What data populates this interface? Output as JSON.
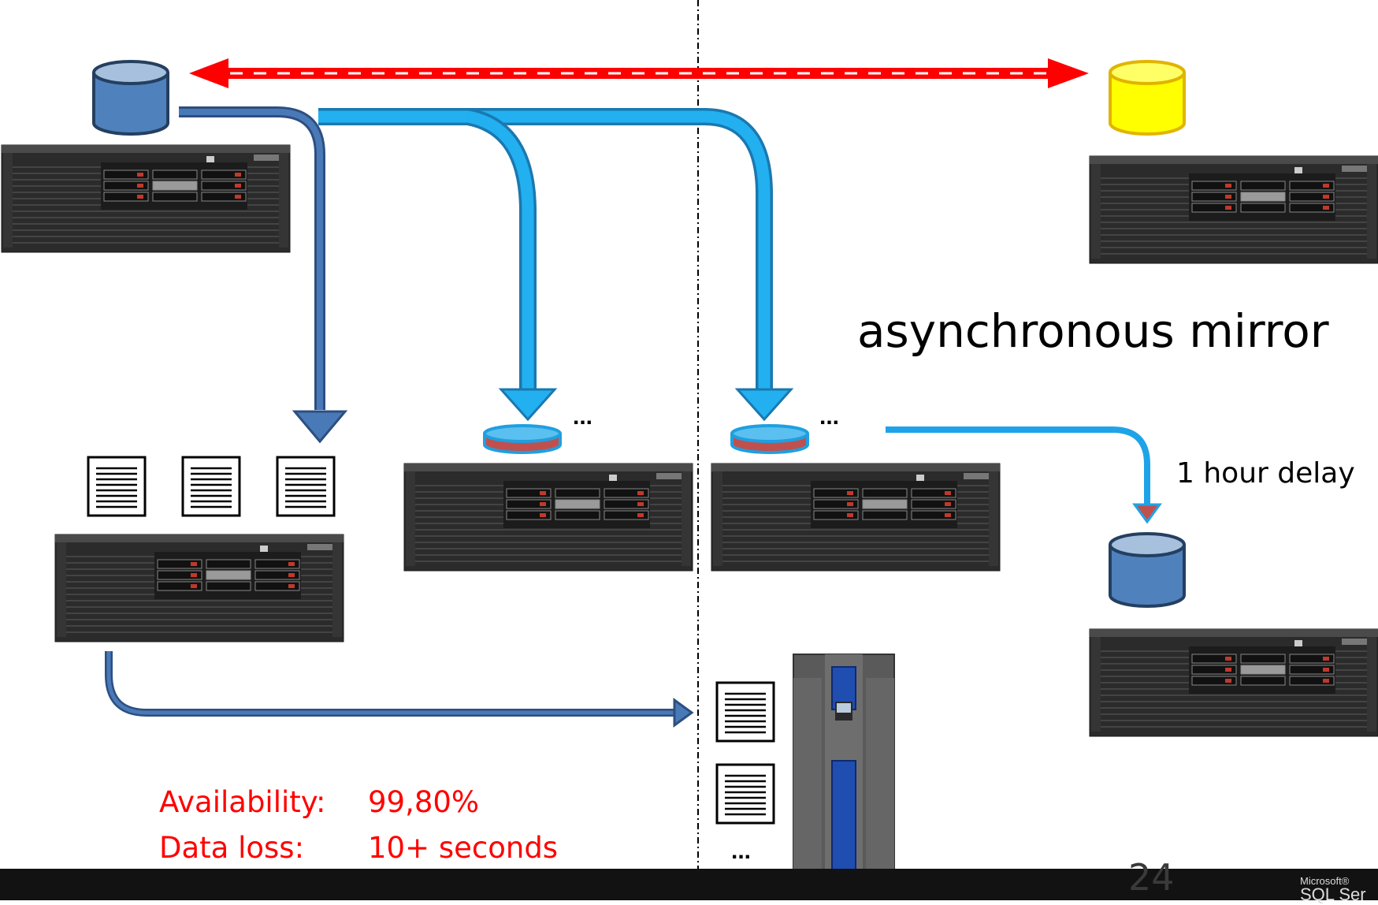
{
  "diagram": {
    "mirror_label": "asynchronous mirror",
    "delay_label": "1 hour delay",
    "ellipsis": "...",
    "availability_label": "Availability:",
    "availability_value": "99,80%",
    "data_loss_label": "Data loss:",
    "data_loss_value": "10+ seconds",
    "page_number": "24",
    "brand_small": "Microsoft®",
    "brand_name": "SQL Ser"
  },
  "colors": {
    "primary_db": "#4f81bd",
    "mirror_db": "#ffff00",
    "mirror_link": "#ff0000",
    "log_shipping_arrow": "#1fa3e8",
    "backup_arrow": "#3b6aa8",
    "stat_text": "#ff0000"
  }
}
